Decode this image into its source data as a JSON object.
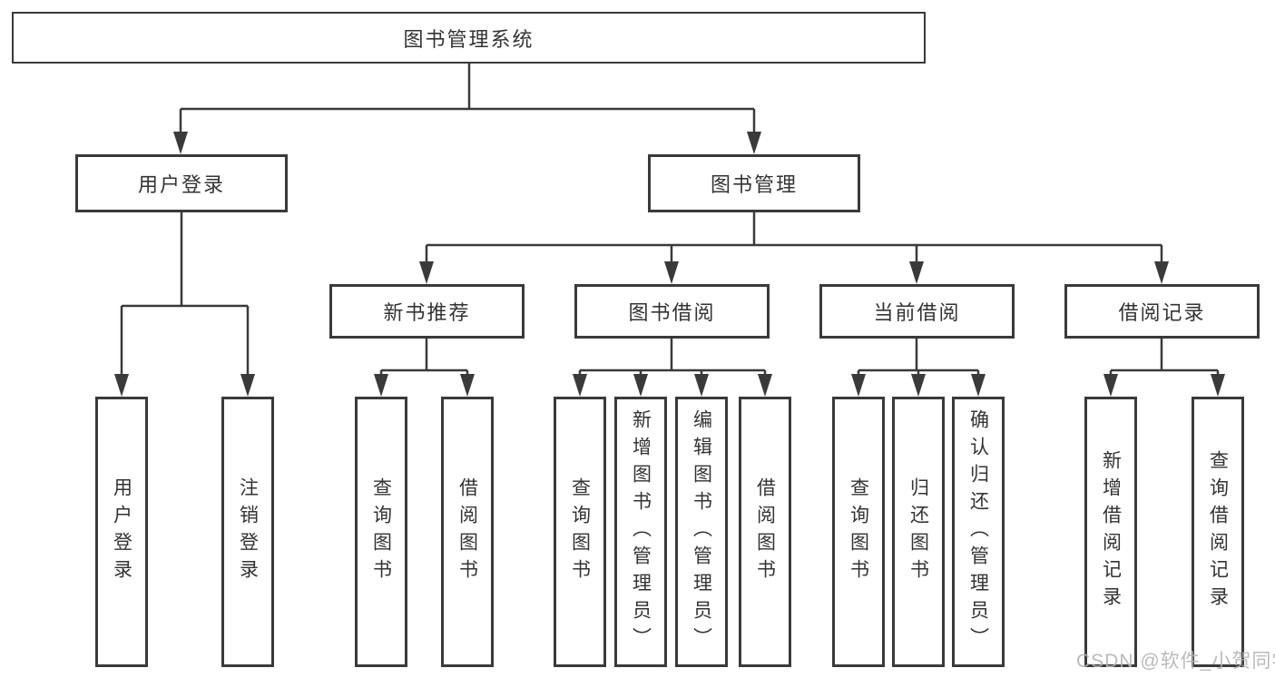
{
  "colors": {
    "line": "#3a3a3a",
    "text": "#333333",
    "box_fill": "#ffffff",
    "watermark": "#b3b3b3",
    "background": "#ffffff"
  },
  "watermark": {
    "text": "CSDN @软件_小贺同学"
  },
  "tree": {
    "label": "图书管理系统",
    "children": [
      {
        "label": "用户登录",
        "children": [
          {
            "label": "用户登录"
          },
          {
            "label": "注销登录"
          }
        ]
      },
      {
        "label": "图书管理",
        "children": [
          {
            "label": "新书推荐",
            "children": [
              {
                "label": "查询图书"
              },
              {
                "label": "借阅图书"
              }
            ]
          },
          {
            "label": "图书借阅",
            "children": [
              {
                "label": "查询图书"
              },
              {
                "label": "新增图书（管理员）"
              },
              {
                "label": "编辑图书（管理员）"
              },
              {
                "label": "借阅图书"
              }
            ]
          },
          {
            "label": "当前借阅",
            "children": [
              {
                "label": "查询图书"
              },
              {
                "label": "归还图书"
              },
              {
                "label": "确认归还（管理员）"
              }
            ]
          },
          {
            "label": "借阅记录",
            "children": [
              {
                "label": "新增借阅记录"
              },
              {
                "label": "查询借阅记录"
              }
            ]
          }
        ]
      }
    ]
  }
}
